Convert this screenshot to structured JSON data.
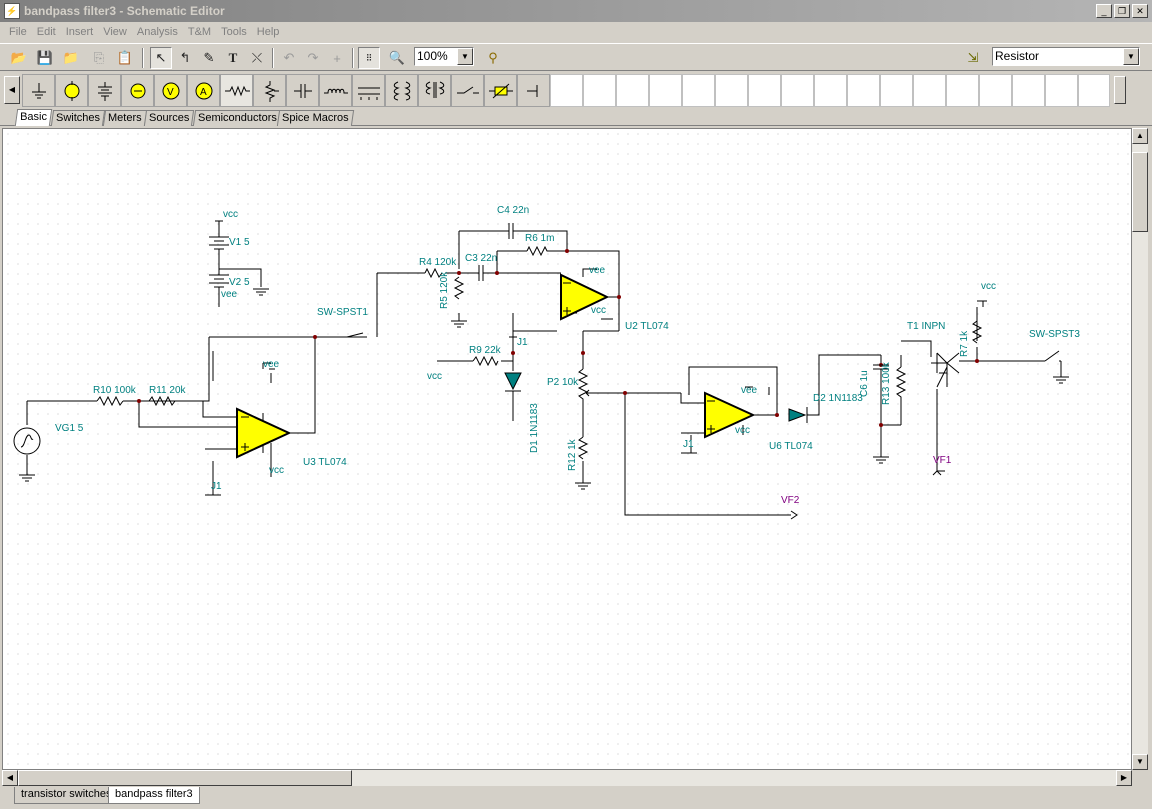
{
  "window": {
    "title": "bandpass filter3 - Schematic Editor"
  },
  "menu": [
    "File",
    "Edit",
    "Insert",
    "View",
    "Analysis",
    "T&M",
    "Tools",
    "Help"
  ],
  "toolbar": {
    "zoom": "100%",
    "component": "Resistor"
  },
  "palette_tabs": [
    "Basic",
    "Switches",
    "Meters",
    "Sources",
    "Semiconductors",
    "Spice Macros"
  ],
  "sheet_tabs": [
    "transistor switches",
    "bandpass filter3"
  ],
  "labels": {
    "vcc": "vcc",
    "vee": "vee",
    "v1": "V1 5",
    "v2": "V2 5",
    "sw1": "SW-SPST1",
    "sw3": "SW-SPST3",
    "r4": "R4 120k",
    "r5": "R5 120k",
    "r6": "R6 1m",
    "r7": "R7 1k",
    "r9": "R9 22k",
    "r10": "R10 100k",
    "r11": "R11 20k",
    "r12": "R12 1k",
    "r13": "R13 100k",
    "c3": "C3 22n",
    "c4": "C4 22n",
    "c6": "C6 1u",
    "p2": "P2 10k",
    "d1": "D1 1N1183",
    "d2": "D2 1N1183",
    "u2": "U2 TL074",
    "u3": "U3 TL074",
    "u6": "U6 TL074",
    "vg1": "VG1 5",
    "j1": "J1",
    "t1": "T1 INPN",
    "vf1": "VF1",
    "vf2": "VF2"
  }
}
